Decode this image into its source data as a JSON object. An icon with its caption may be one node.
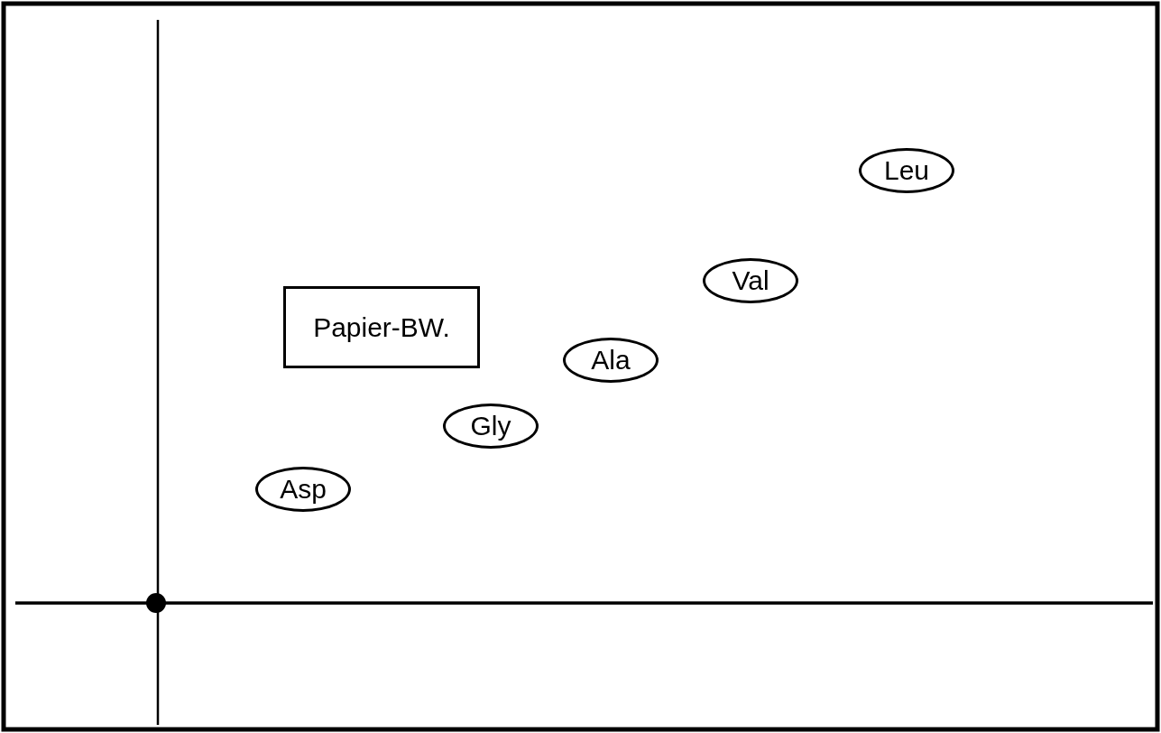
{
  "diagram": {
    "nodes": [
      {
        "text": [
          "Leu"
        ]
      },
      {
        "text": [
          "Val"
        ]
      },
      {
        "text": [
          "Papier-BW."
        ]
      },
      {
        "text": [
          "Ala"
        ]
      },
      {
        "text": [
          "Gly"
        ]
      },
      {
        "text": [
          "Asp"
        ]
      }
    ]
  }
}
